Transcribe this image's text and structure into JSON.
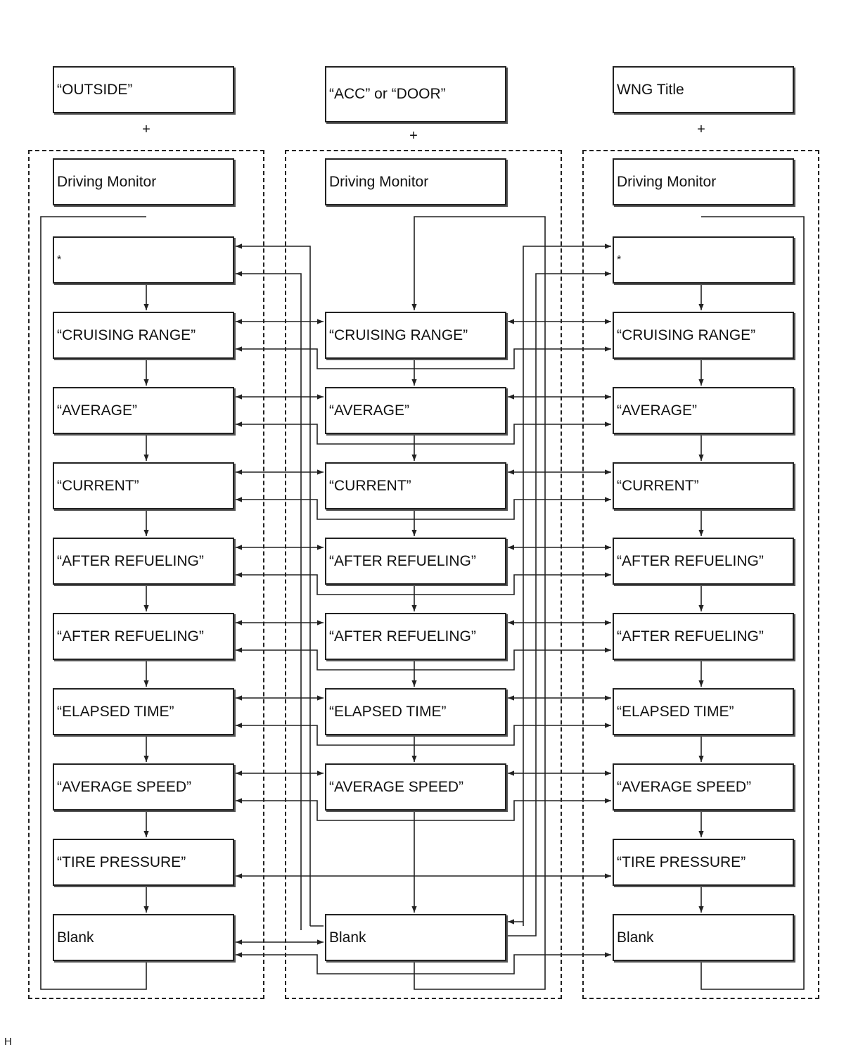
{
  "headers": {
    "left": "“OUTSIDE”",
    "center": "“ACC” or “DOOR”",
    "right": "WNG Title"
  },
  "plus": "+",
  "monitor_label": "Driving Monitor",
  "columns": {
    "left": [
      "*",
      "“CRUISING RANGE”",
      "“AVERAGE”",
      "“CURRENT”",
      "“AFTER REFUELING”",
      "“AFTER REFUELING”",
      "“ELAPSED TIME”",
      "“AVERAGE SPEED”",
      "“TIRE PRESSURE”",
      "Blank"
    ],
    "center": [
      "“CRUISING RANGE”",
      "“AVERAGE”",
      "“CURRENT”",
      "“AFTER REFUELING”",
      "“AFTER REFUELING”",
      "“ELAPSED TIME”",
      "“AVERAGE SPEED”",
      "Blank"
    ],
    "right": [
      "*",
      "“CRUISING RANGE”",
      "“AVERAGE”",
      "“CURRENT”",
      "“AFTER REFUELING”",
      "“AFTER REFUELING”",
      "“ELAPSED TIME”",
      "“AVERAGE SPEED”",
      "“TIRE PRESSURE”",
      "Blank"
    ]
  },
  "footnote": "H"
}
